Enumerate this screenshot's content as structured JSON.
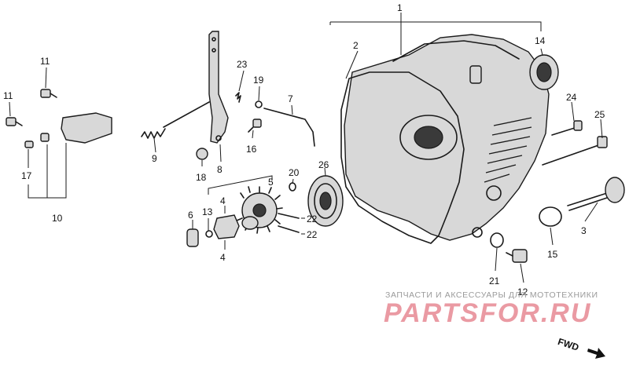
{
  "watermark": {
    "subtitle": "ЗАПЧАСТИ И АКСЕССУАРЫ ДЛЯ МОТОТЕХНИКИ",
    "logo": "PARTSFOR.RU"
  },
  "direction": {
    "label": "FWD"
  },
  "callouts": {
    "c1": "1",
    "c2": "2",
    "c3": "3",
    "c4a": "4",
    "c4b": "4",
    "c5": "5",
    "c6": "6",
    "c7": "7",
    "c8": "8",
    "c9": "9",
    "c10": "10",
    "c11a": "11",
    "c11b": "11",
    "c12": "12",
    "c13": "13",
    "c14": "14",
    "c15": "15",
    "c16": "16",
    "c17": "17",
    "c18": "18",
    "c19": "19",
    "c20": "20",
    "c21": "21",
    "c22a": "22",
    "c22b": "22",
    "c23": "23",
    "c24": "24",
    "c25": "25",
    "c26": "26"
  }
}
